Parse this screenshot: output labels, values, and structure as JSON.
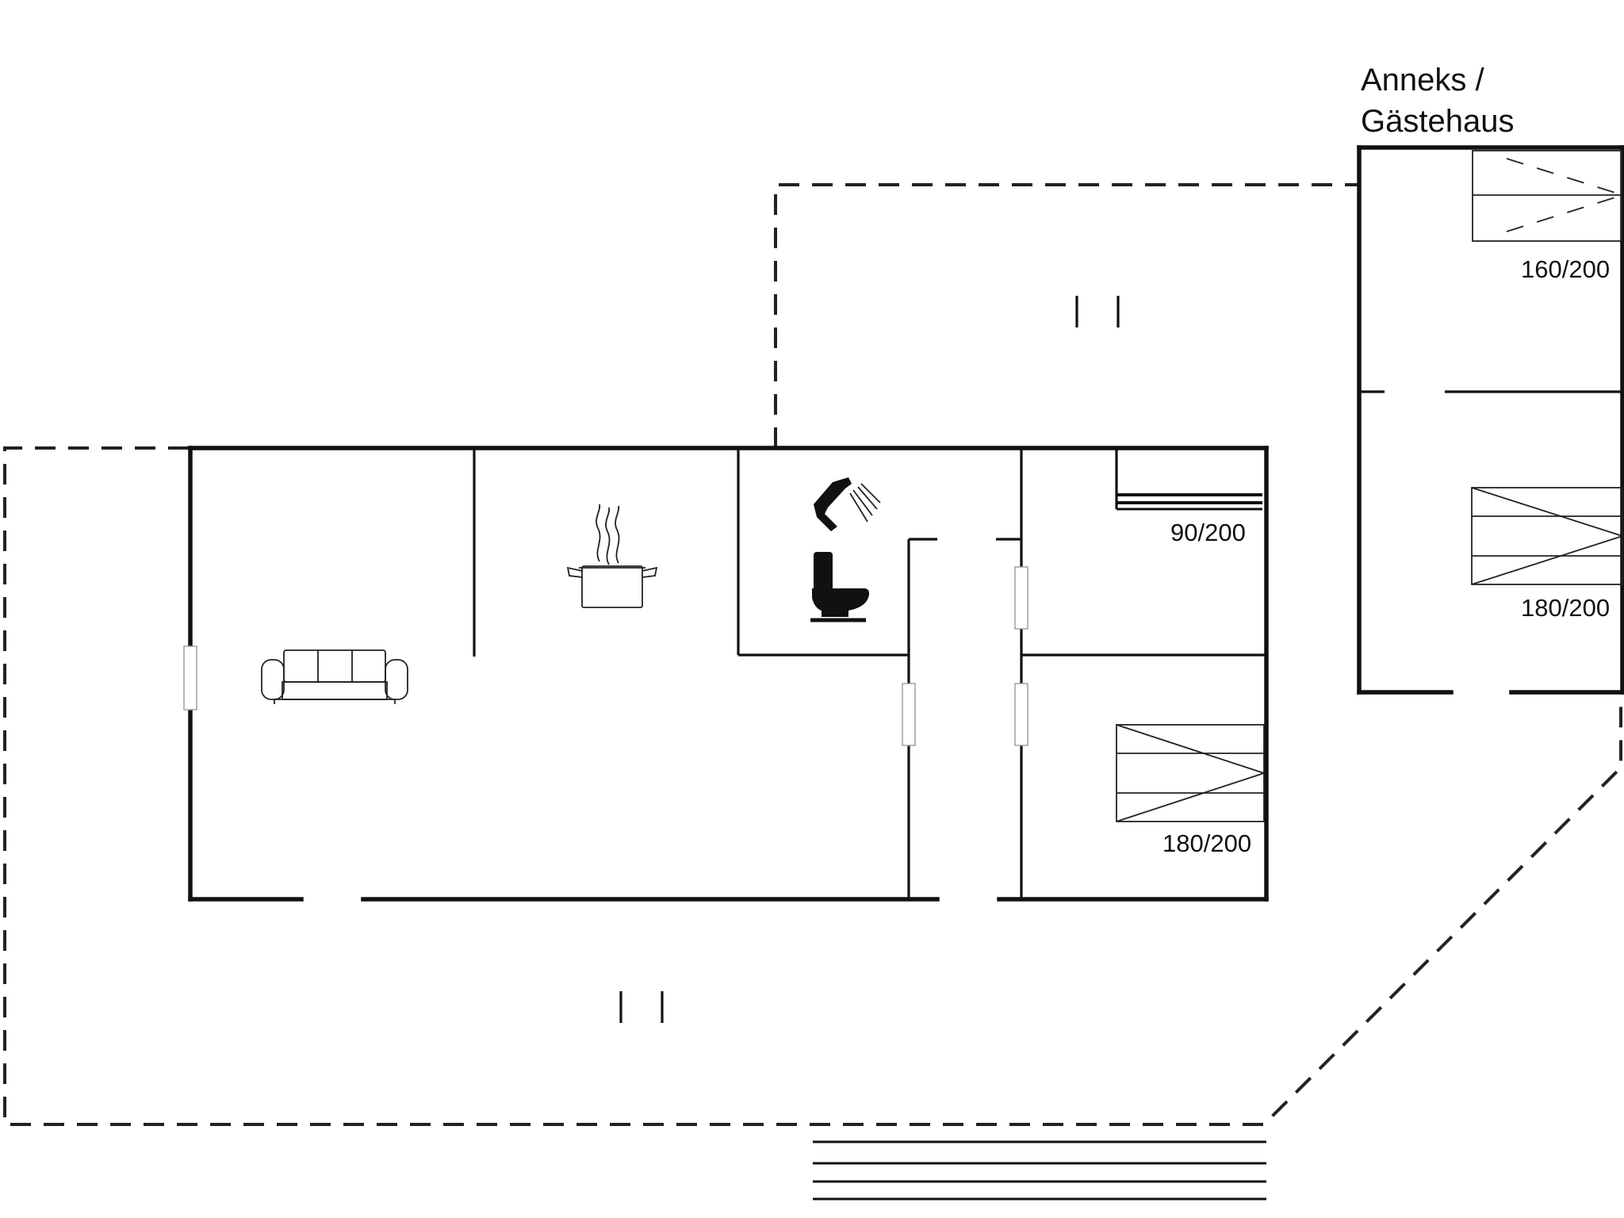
{
  "annex": {
    "label_line1": "Anneks /",
    "label_line2": "Gästehaus"
  },
  "beds": {
    "main_single": "90/200",
    "main_double": "180/200",
    "annex_double_top": "160/200",
    "annex_double_bottom": "180/200"
  },
  "icons": [
    "sofa-icon",
    "cooking-pot-icon",
    "shower-icon",
    "toilet-icon",
    "bed-icon"
  ]
}
